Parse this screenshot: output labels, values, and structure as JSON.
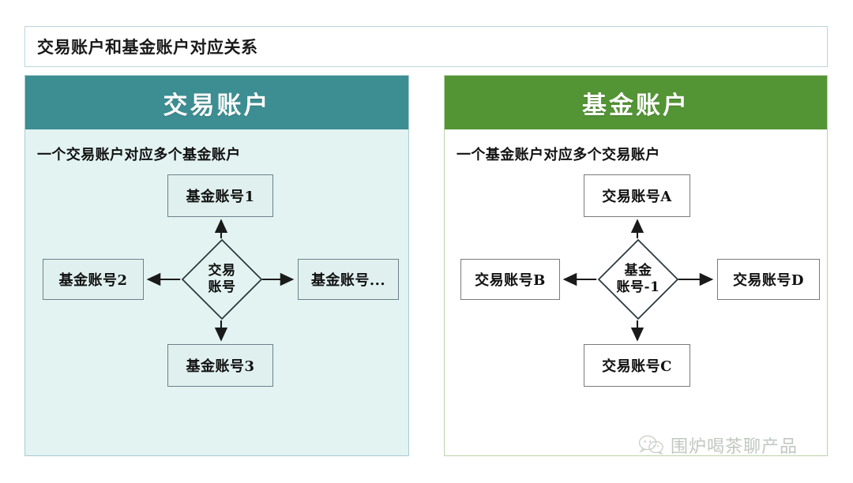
{
  "title": "交易账户和基金账户对应关系",
  "colors": {
    "left_header_bg": "#3C8E92",
    "right_header_bg": "#539434",
    "left_body_bg": "#E2F3F1",
    "right_body_bg": "#FFFFFF",
    "frame_border": "#B9D4DD",
    "node_border_left": "#6D818A",
    "node_border_right": "#7A7A7A",
    "arrow": "#1A1A1A"
  },
  "panels": [
    {
      "header": "交易账户",
      "subtitle": "一个交易账户对应多个基金账户",
      "center": {
        "line1": "交易",
        "line2": "账号"
      },
      "nodes": {
        "top": "基金账号1",
        "left": "基金账号2",
        "right": "基金账号...",
        "bottom": "基金账号3"
      }
    },
    {
      "header": "基金账户",
      "subtitle": "一个基金账户对应多个交易账户",
      "center": {
        "line1": "基金",
        "line2": "账号-1"
      },
      "nodes": {
        "top": "交易账号A",
        "left": "交易账号B",
        "right": "交易账号D",
        "bottom": "交易账号C"
      }
    }
  ],
  "watermark": {
    "text": "围炉喝茶聊产品",
    "icon": "wechat-bubbles-icon"
  }
}
